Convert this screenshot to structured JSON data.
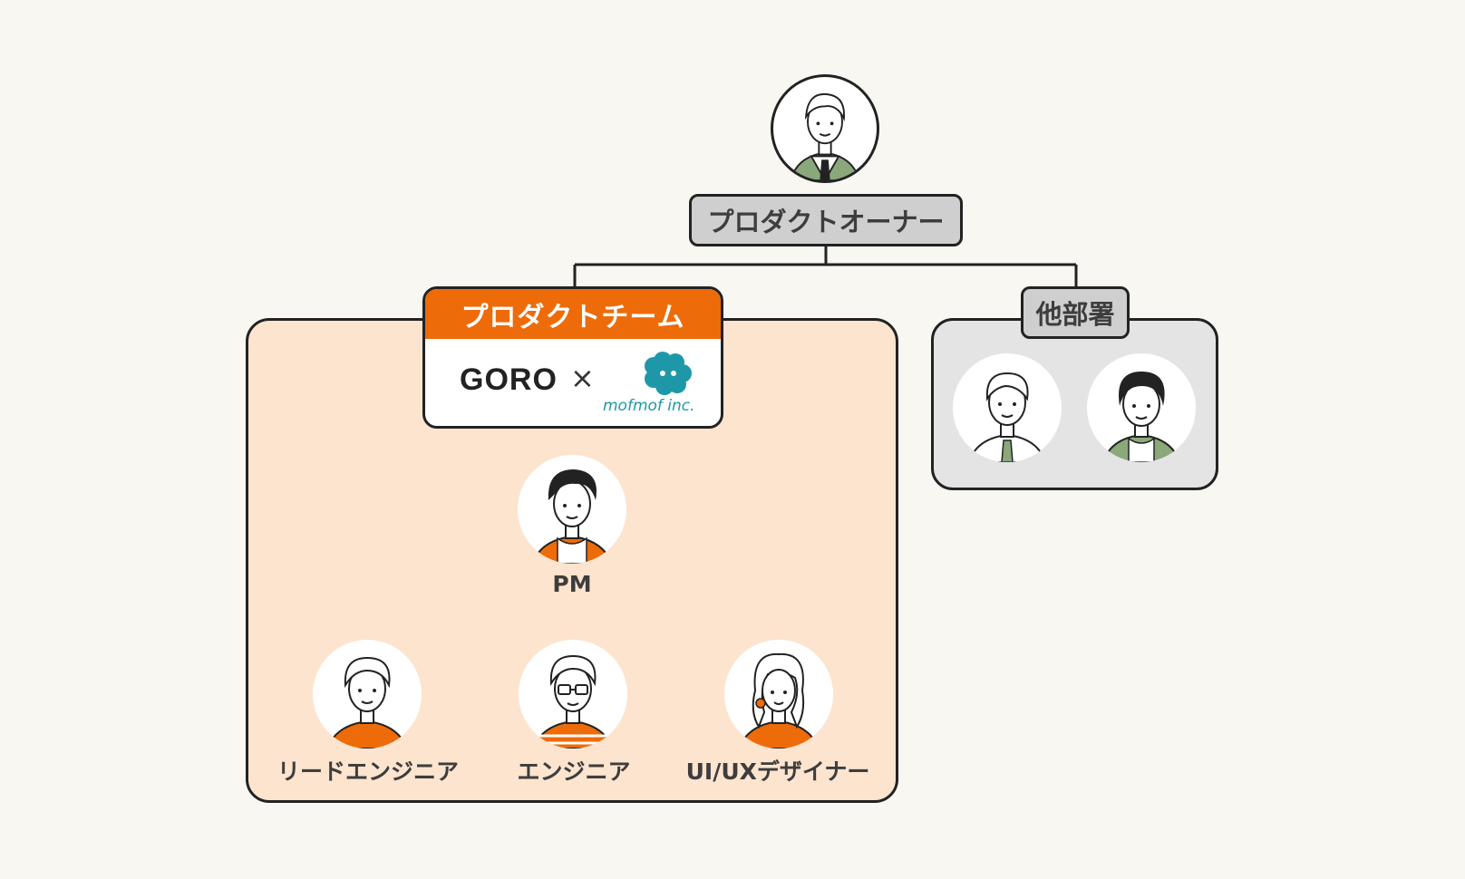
{
  "owner": {
    "label": "プロダクトオーナー"
  },
  "team": {
    "title": "プロダクトチーム",
    "partner_left": "GORO",
    "separator": "×",
    "partner_right": "mofmof inc."
  },
  "other_department": {
    "label": "他部署"
  },
  "roles": {
    "pm": "PM",
    "lead_engineer": "リードエンジニア",
    "engineer": "エンジニア",
    "designer": "UI/UXデザイナー"
  },
  "colors": {
    "accent_orange": "#ee6b0a",
    "team_panel": "#fde4cf",
    "gray_box": "#cfcfcf",
    "other_panel": "#e4e4e4",
    "green_clothes": "#8aa87a",
    "mofmof_teal": "#1e98a8"
  }
}
